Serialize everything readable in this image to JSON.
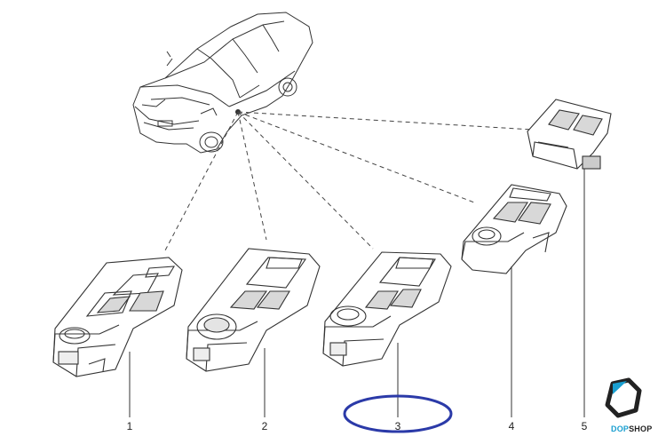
{
  "parts": [
    {
      "label": "1"
    },
    {
      "label": "2"
    },
    {
      "label": "3",
      "highlighted": true
    },
    {
      "label": "4"
    },
    {
      "label": "5"
    }
  ],
  "brand": {
    "prefix": "DOP",
    "suffix": "SHOP",
    "accent_color": "#1a9fd0",
    "icon": "dopshop-logo-icon"
  },
  "highlight_color": "#2b3aa8"
}
